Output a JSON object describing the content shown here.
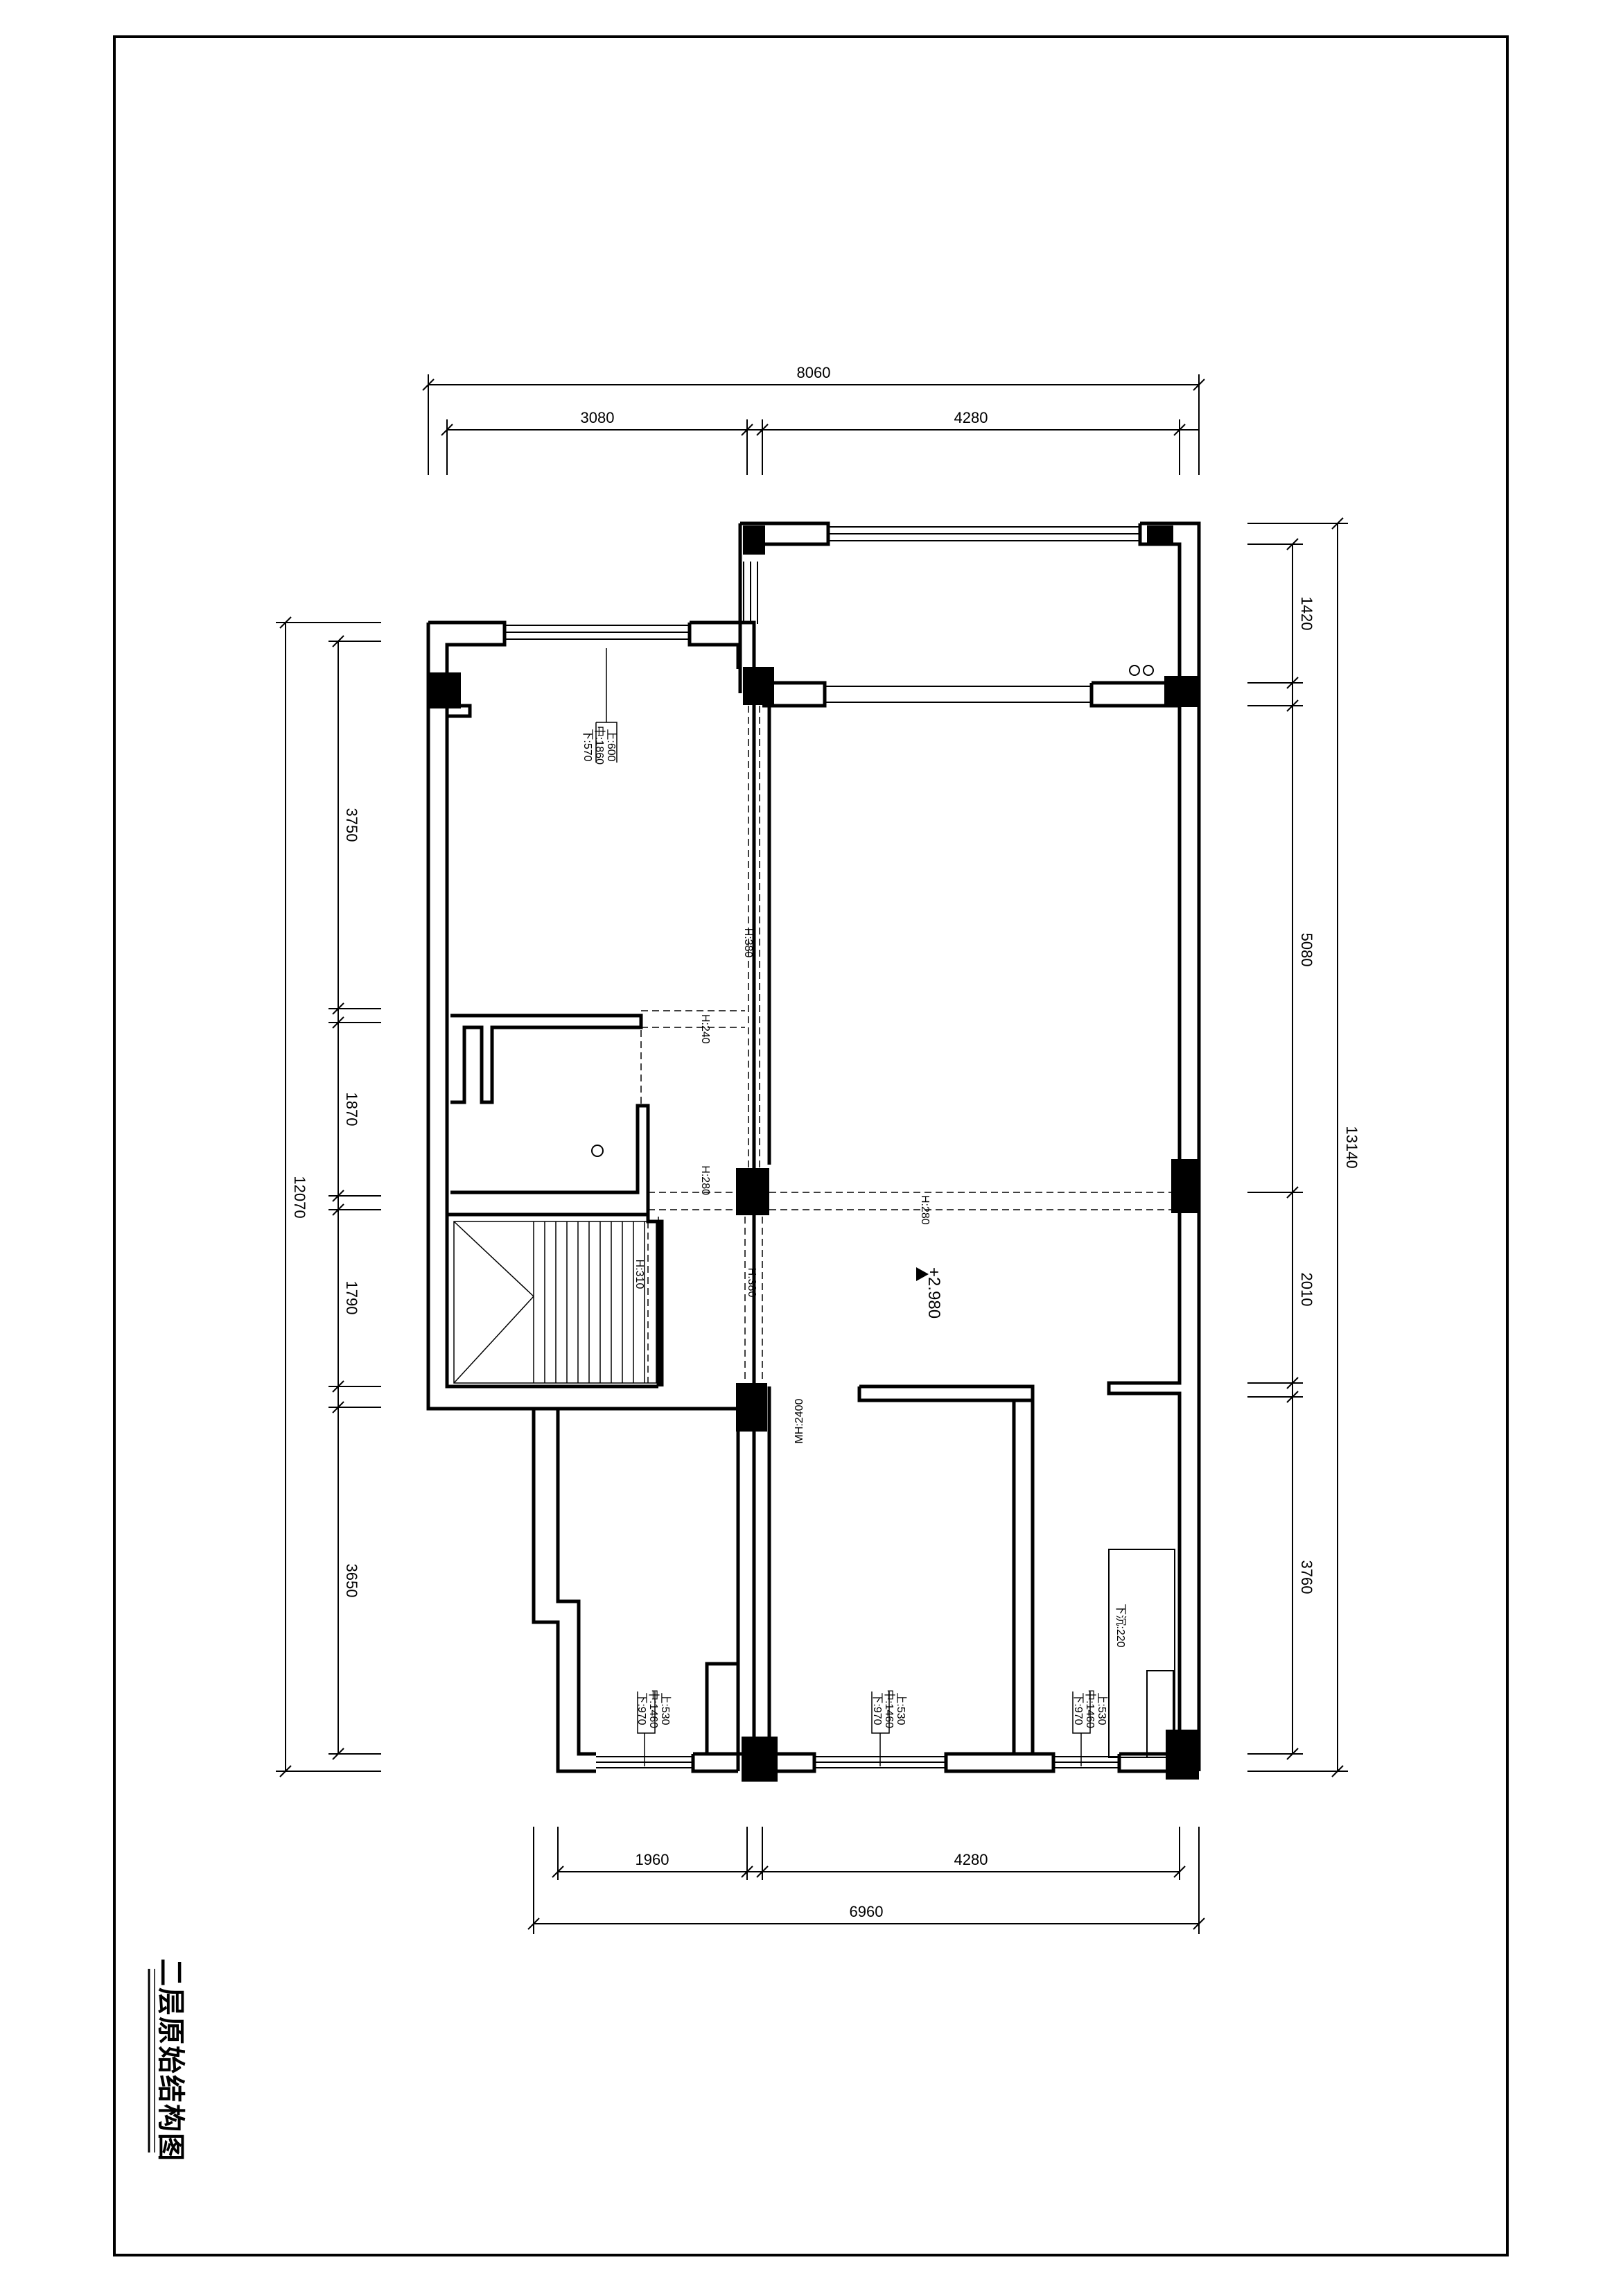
{
  "drawing_title": "二层原始结构图",
  "dimensions": {
    "top_total": "8060",
    "top_left": "3080",
    "top_right": "4280",
    "bottom_left": "1960",
    "bottom_right": "4280",
    "bottom_total": "6960",
    "left_total": "12070",
    "left_1": "3750",
    "left_2": "1870",
    "left_3": "1790",
    "left_4": "3650",
    "right_total": "13140",
    "right_1": "1420",
    "right_2": "5080",
    "right_3": "2010",
    "right_4": "3760"
  },
  "annotations": {
    "elevation": "+2.980",
    "beam_h380_a": "H:380",
    "beam_h240": "H:240",
    "beam_h280_a": "H:280",
    "beam_h280_b": "H:280",
    "beam_h310": "H:310",
    "beam_h380_b": "H:380",
    "door_height": "MH:2400",
    "pipe_note": "下沉:220",
    "window_top_left": [
      "上:600",
      "中:1860",
      "下:570"
    ],
    "window_bottom_1": [
      "上:530",
      "中:1460",
      "下:970"
    ],
    "window_bottom_2": [
      "上:530",
      "中:1460",
      "下:970"
    ],
    "window_bottom_3": [
      "上:530",
      "中:1460",
      "下:970"
    ]
  }
}
